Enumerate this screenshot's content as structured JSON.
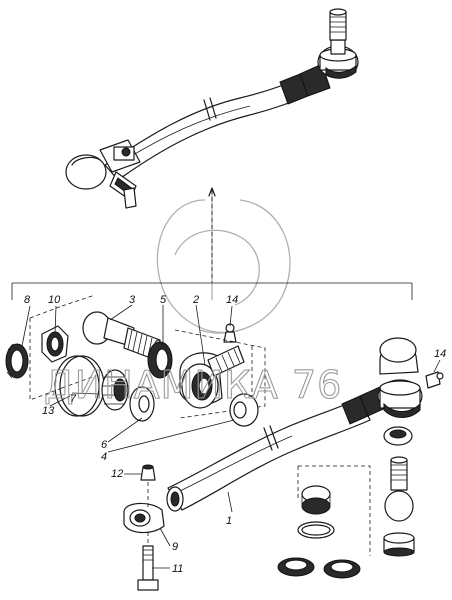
{
  "watermark": {
    "text": "ДИНАМИКА 76"
  },
  "callouts": [
    {
      "id": "c8",
      "label": "8"
    },
    {
      "id": "c10",
      "label": "10"
    },
    {
      "id": "c3",
      "label": "3"
    },
    {
      "id": "c5",
      "label": "5"
    },
    {
      "id": "c2",
      "label": "2"
    },
    {
      "id": "c14a",
      "label": "14"
    },
    {
      "id": "c14b",
      "label": "14"
    },
    {
      "id": "c13",
      "label": "13"
    },
    {
      "id": "c7",
      "label": "7"
    },
    {
      "id": "c6",
      "label": "6"
    },
    {
      "id": "c4",
      "label": "4"
    },
    {
      "id": "c12",
      "label": "12"
    },
    {
      "id": "c1",
      "label": "1"
    },
    {
      "id": "c9",
      "label": "9"
    },
    {
      "id": "c11",
      "label": "11"
    }
  ]
}
